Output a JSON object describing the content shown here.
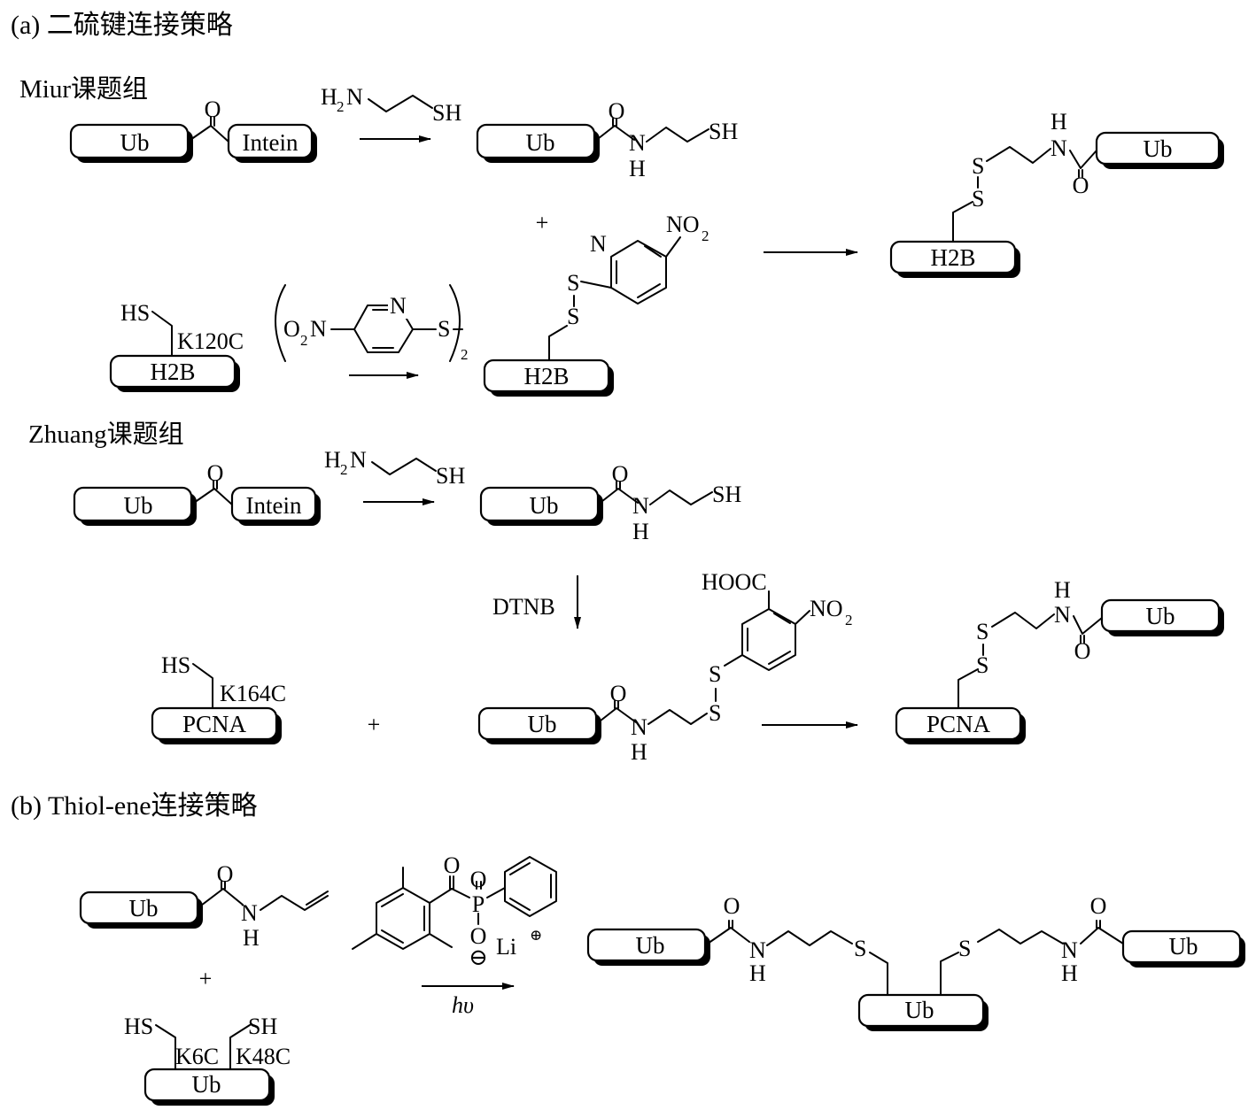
{
  "section_a": {
    "title": "(a) 二硫键连接策略",
    "group_1": "Miur课题组",
    "group_2": "Zhuang课题组"
  },
  "section_b": {
    "title": "(b) Thiol-ene连接策略"
  },
  "proteins": {
    "ub": "Ub",
    "intein": "Intein",
    "h2b": "H2B",
    "pcna": "PCNA"
  },
  "mutations": {
    "k120c": "K120C",
    "k164c": "K164C",
    "k6c": "K6C",
    "k48c": "K48C"
  },
  "atoms": {
    "o": "O",
    "n": "N",
    "h": "H",
    "s": "S",
    "sh": "SH",
    "hs": "HS",
    "p": "P",
    "li": "Li",
    "hooc": "HOOC",
    "h2n_h": "H",
    "h2n_2": "2",
    "h2n_n": "N",
    "no2_no": "NO",
    "no2_2": "2",
    "o2n_o": "O",
    "o2n_2": "2",
    "o2n_n": "N",
    "bracket_sub": "2",
    "plus": "+",
    "minus": "⊖",
    "plus_charge": "⊕"
  },
  "reagents": {
    "dtnb": "DTNB",
    "hv": "hυ"
  }
}
